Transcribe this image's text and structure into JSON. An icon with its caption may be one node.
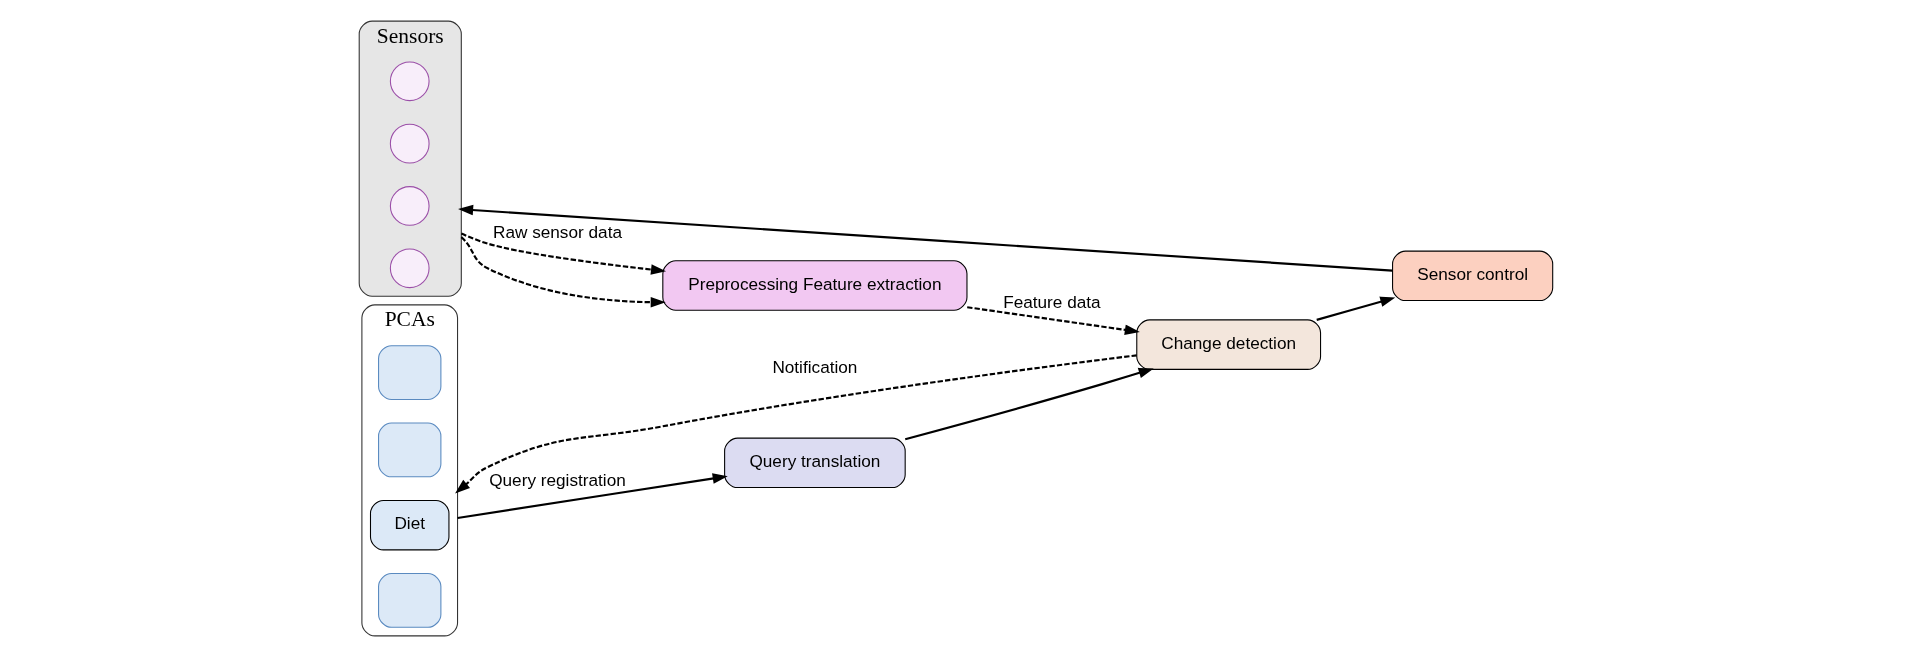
{
  "diagram": {
    "nodes": [
      {
        "text": [
          "Sensors"
        ]
      },
      {
        "text": [],
        "shape": "circle",
        "in": 0
      },
      {
        "text": [],
        "shape": "circle",
        "in": 0
      },
      {
        "text": [],
        "shape": "circle",
        "in": 0
      },
      {
        "text": [],
        "shape": "circle",
        "in": 0
      },
      {
        "text": [
          "Preprocessing Feature extraction"
        ]
      },
      {
        "text": [
          "Change detection"
        ]
      },
      {
        "text": [
          "Query translation"
        ]
      },
      {
        "text": [
          "Sensor control"
        ]
      },
      {
        "text": [
          "PCAs"
        ]
      },
      {
        "text": [],
        "shape": "box",
        "in": 9
      },
      {
        "text": [],
        "shape": "box",
        "in": 9
      },
      {
        "text": [
          "Diet"
        ],
        "in": 9
      },
      {
        "text": [],
        "shape": "box",
        "in": 9
      }
    ],
    "edges": [
      {
        "from": 0,
        "to": 5,
        "arrow": "to",
        "style": "dashed"
      },
      {
        "from": 0,
        "to": 5,
        "arrow": "to",
        "style": "dashed",
        "label": "Raw sensor data"
      },
      {
        "from": 5,
        "to": 6,
        "arrow": "to",
        "style": "dashed",
        "label": "Feature data"
      },
      {
        "from": 6,
        "to": 9,
        "arrow": "to",
        "style": "dashed",
        "label": "Notification"
      },
      {
        "from": 9,
        "to": 7,
        "arrow": "to",
        "label": "Query registration"
      },
      {
        "from": 7,
        "to": 6,
        "arrow": "to"
      },
      {
        "from": 6,
        "to": 8,
        "arrow": "to"
      },
      {
        "from": 8,
        "to": 0,
        "arrow": "to"
      }
    ]
  }
}
